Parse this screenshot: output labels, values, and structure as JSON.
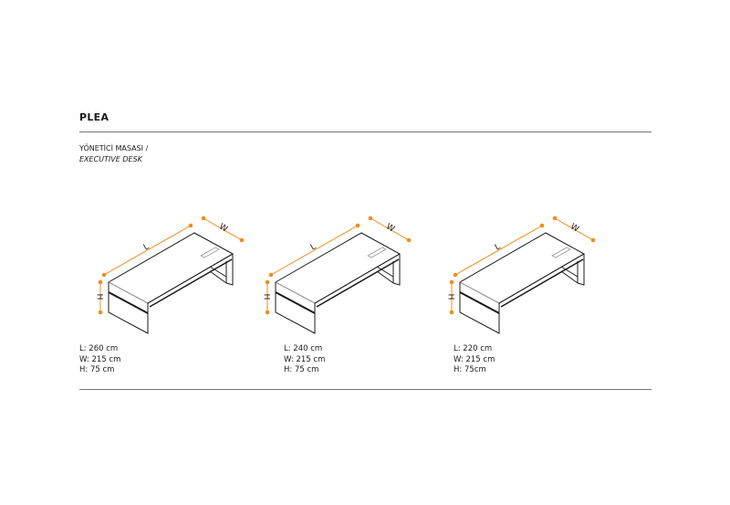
{
  "header": {
    "title": "PLEA"
  },
  "subtitle": {
    "tr": "YÖNETİCİ MASASI /",
    "en": "EXECUTIVE DESK"
  },
  "dimension_labels": {
    "length": "L",
    "width": "W",
    "height": "H"
  },
  "colors": {
    "accent": "#f28c1c",
    "line": "#1a1a1a",
    "rule": "#777777"
  },
  "products": [
    {
      "l": "L: 260 cm",
      "w": "W: 215 cm",
      "h": "H: 75 cm"
    },
    {
      "l": "L: 240 cm",
      "w": "W: 215 cm",
      "h": "H: 75 cm"
    },
    {
      "l": "L: 220 cm",
      "w": "W: 215 cm",
      "h": "H: 75cm"
    }
  ]
}
